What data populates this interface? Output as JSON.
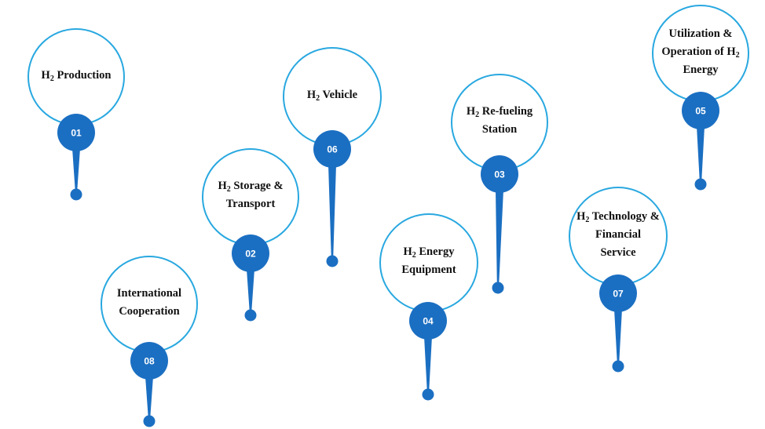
{
  "style": {
    "ring_color": "#29A8E0",
    "marker_color": "#1B6FC2",
    "text_color": "#111111"
  },
  "items": [
    {
      "number": "01",
      "lines": [
        [
          {
            "t": "H"
          },
          {
            "t": "2",
            "sub": true
          },
          {
            "t": " Production"
          }
        ]
      ]
    },
    {
      "number": "02",
      "lines": [
        [
          {
            "t": "H"
          },
          {
            "t": "2",
            "sub": true
          },
          {
            "t": " Storage &"
          }
        ],
        [
          {
            "t": "Transport"
          }
        ]
      ]
    },
    {
      "number": "03",
      "lines": [
        [
          {
            "t": "H"
          },
          {
            "t": "2",
            "sub": true
          },
          {
            "t": " Re-fueling"
          }
        ],
        [
          {
            "t": "Station"
          }
        ]
      ]
    },
    {
      "number": "04",
      "lines": [
        [
          {
            "t": "H"
          },
          {
            "t": "2",
            "sub": true
          },
          {
            "t": " Energy"
          }
        ],
        [
          {
            "t": "Equipment"
          }
        ]
      ]
    },
    {
      "number": "05",
      "lines": [
        [
          {
            "t": "Utilization &"
          }
        ],
        [
          {
            "t": "Operation of H"
          },
          {
            "t": "2",
            "sub": true
          }
        ],
        [
          {
            "t": "Energy"
          }
        ]
      ]
    },
    {
      "number": "06",
      "lines": [
        [
          {
            "t": "H"
          },
          {
            "t": "2",
            "sub": true
          },
          {
            "t": " Vehicle"
          }
        ]
      ]
    },
    {
      "number": "07",
      "lines": [
        [
          {
            "t": "H"
          },
          {
            "t": "2",
            "sub": true
          },
          {
            "t": " Technology &"
          }
        ],
        [
          {
            "t": "Financial"
          }
        ],
        [
          {
            "t": "Service"
          }
        ]
      ]
    },
    {
      "number": "08",
      "lines": [
        [
          {
            "t": "International"
          }
        ],
        [
          {
            "t": "Cooperation"
          }
        ]
      ]
    }
  ]
}
